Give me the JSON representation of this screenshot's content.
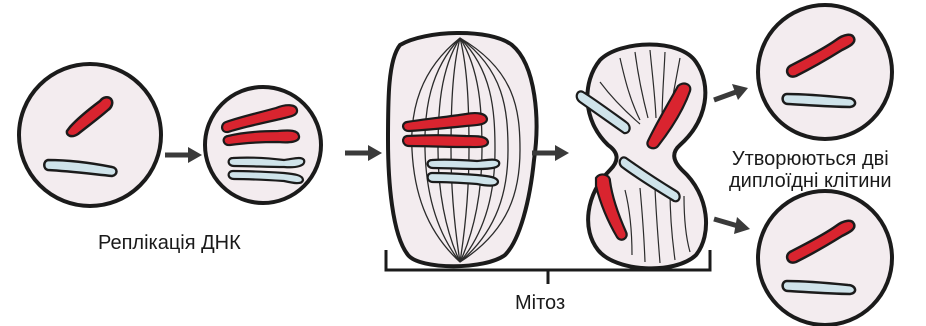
{
  "labels": {
    "replication": "Реплікація ДНК",
    "mitosis": "Мітоз",
    "result_line1": "Утворюються дві",
    "result_line2": "диплоїдні клітини"
  },
  "colors": {
    "cell_fill": "#f3ecef",
    "outline": "#1b1b1b",
    "chromosome_red": "#d9242f",
    "chromosome_blue": "#cfe3ea",
    "arrow": "#3a3a3a",
    "spindle": "#2b2b2b"
  }
}
